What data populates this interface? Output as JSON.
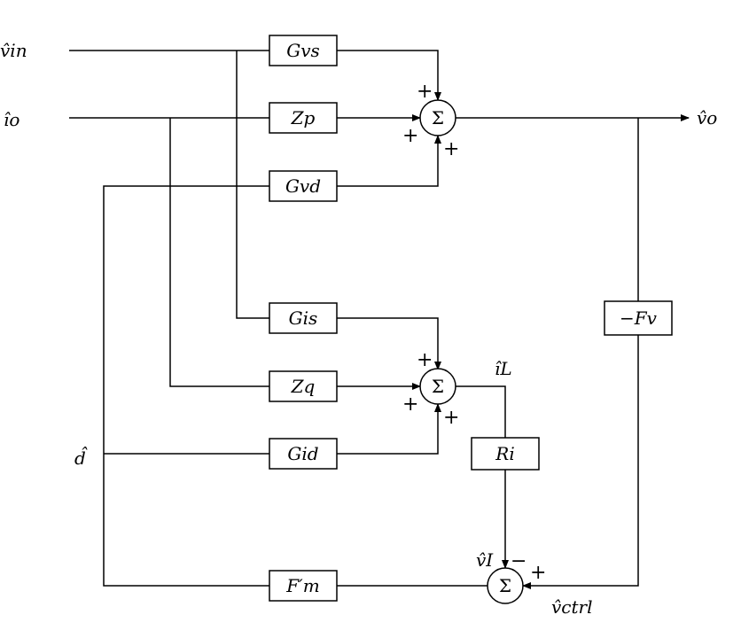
{
  "signals": {
    "v_in": "v̂in",
    "i_o": "îo",
    "v_o": "v̂o",
    "d": "d̂",
    "i_L": "îL",
    "v_I": "v̂I",
    "v_ctrl": "v̂ctrl"
  },
  "blocks": {
    "G_vs": "Gvs",
    "Z_p": "Zp",
    "G_vd": "Gvd",
    "G_is": "Gis",
    "Z_q": "Zq",
    "G_id": "Gid",
    "R_i": "Ri",
    "F_m": "F′m",
    "F_v": "−Fv"
  },
  "sum_symbol": "Σ",
  "signs": {
    "plus": "+",
    "minus": "−"
  }
}
